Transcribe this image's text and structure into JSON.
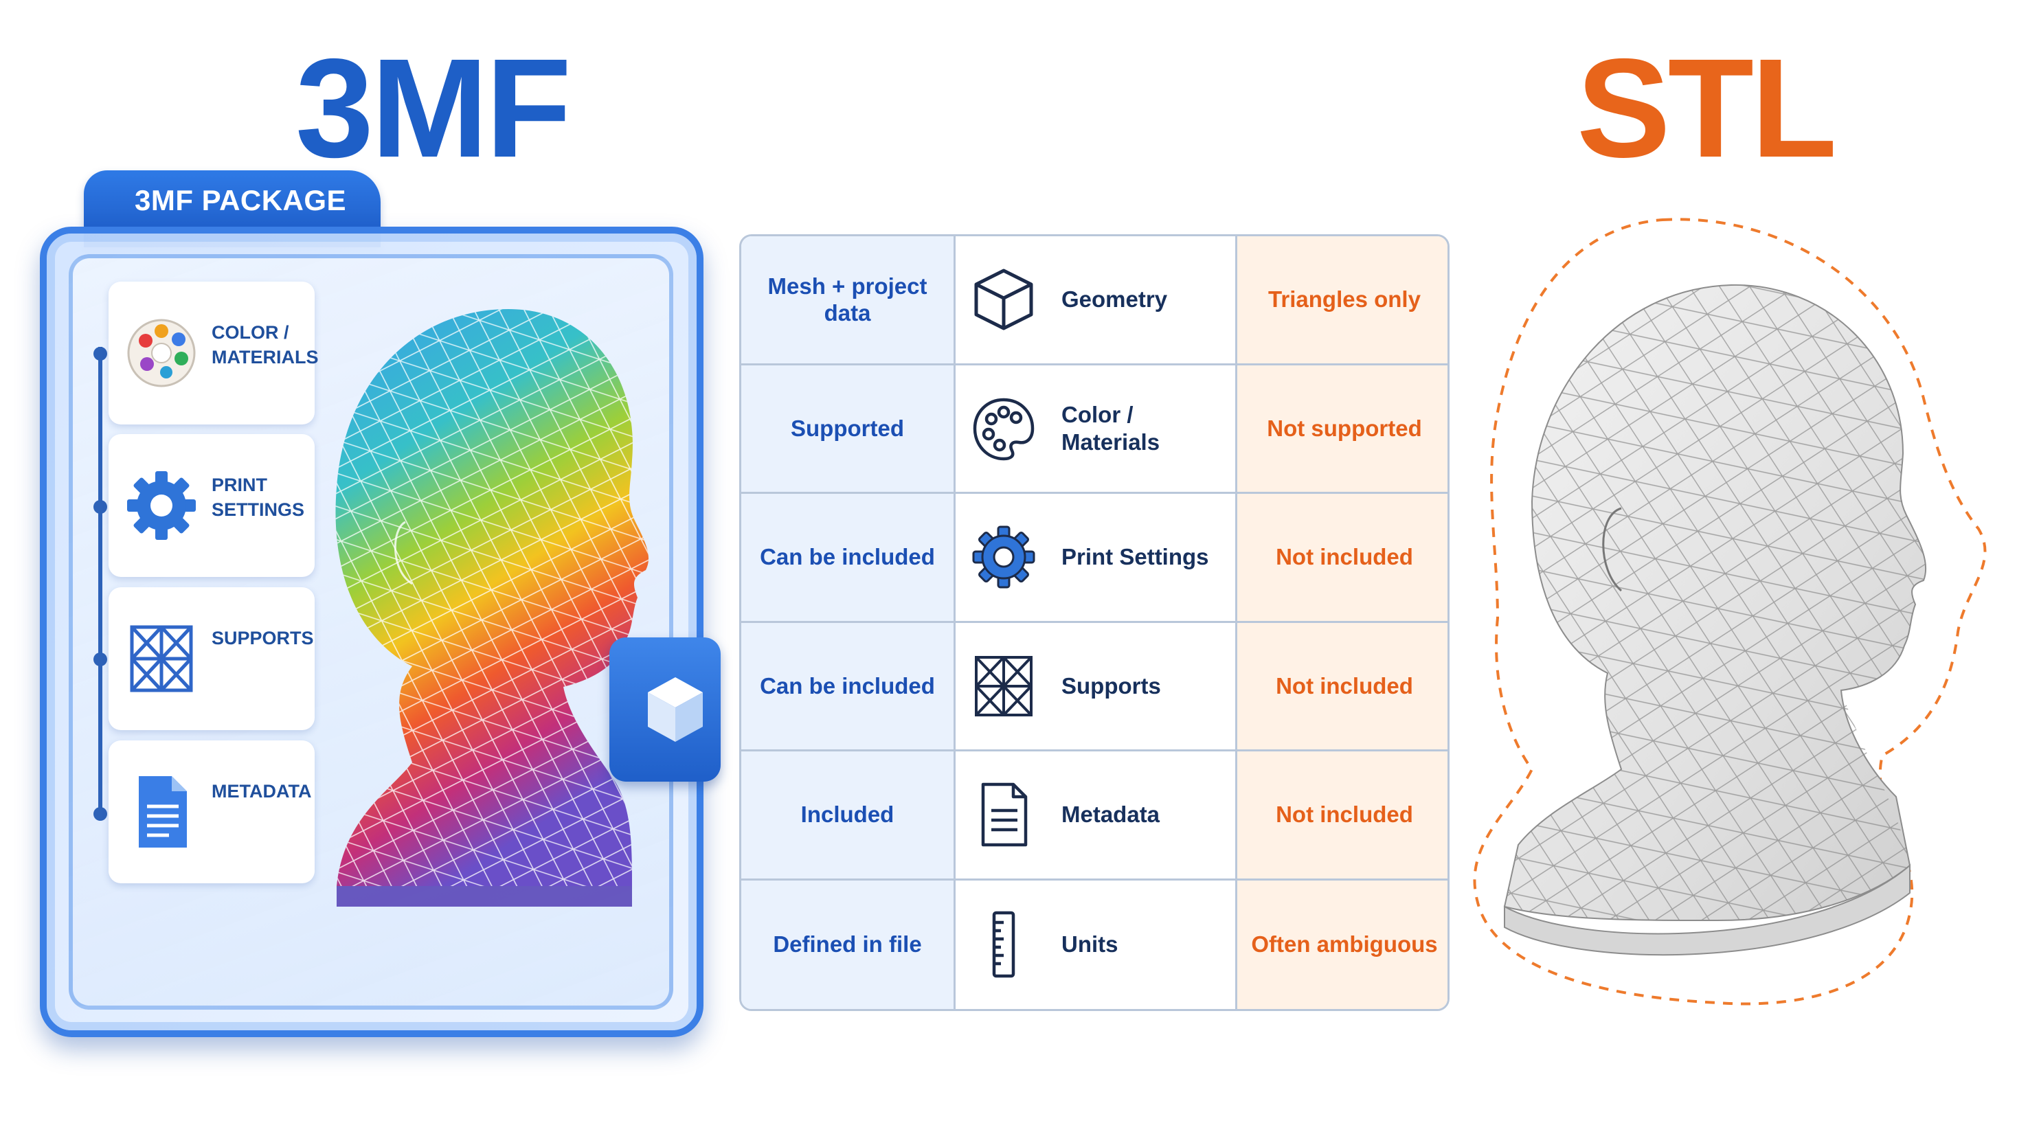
{
  "titles": {
    "left": "3MF",
    "right": "STL"
  },
  "package": {
    "tab_label": "3MF PACKAGE",
    "cards": [
      {
        "icon": "palette-icon",
        "label": "COLOR / MATERIALS"
      },
      {
        "icon": "gear-icon",
        "label": "PRINT SETTINGS"
      },
      {
        "icon": "supports-lattice-icon",
        "label": "SUPPORTS"
      },
      {
        "icon": "document-icon",
        "label": "METADATA"
      }
    ],
    "clip_icon": "cube-icon"
  },
  "table": {
    "rows": [
      {
        "feature": "Geometry",
        "icon": "cube-icon",
        "threemf": "Mesh + project data",
        "stl": "Triangles only"
      },
      {
        "feature": "Color / Materials",
        "icon": "palette-icon",
        "threemf": "Supported",
        "stl": "Not supported"
      },
      {
        "feature": "Print Settings",
        "icon": "gear-icon",
        "threemf": "Can be included",
        "stl": "Not included"
      },
      {
        "feature": "Supports",
        "icon": "supports-lattice-icon",
        "threemf": "Can be included",
        "stl": "Not included"
      },
      {
        "feature": "Metadata",
        "icon": "document-icon",
        "threemf": "Included",
        "stl": "Not included"
      },
      {
        "feature": "Units",
        "icon": "ruler-icon",
        "threemf": "Defined in file",
        "stl": "Often ambiguous"
      }
    ]
  },
  "colors": {
    "brand_3mf": "#1e5fc7",
    "brand_stl": "#e8651b",
    "cell_3mf_bg": "#eaf2fd",
    "cell_stl_bg": "#fff2e6"
  }
}
